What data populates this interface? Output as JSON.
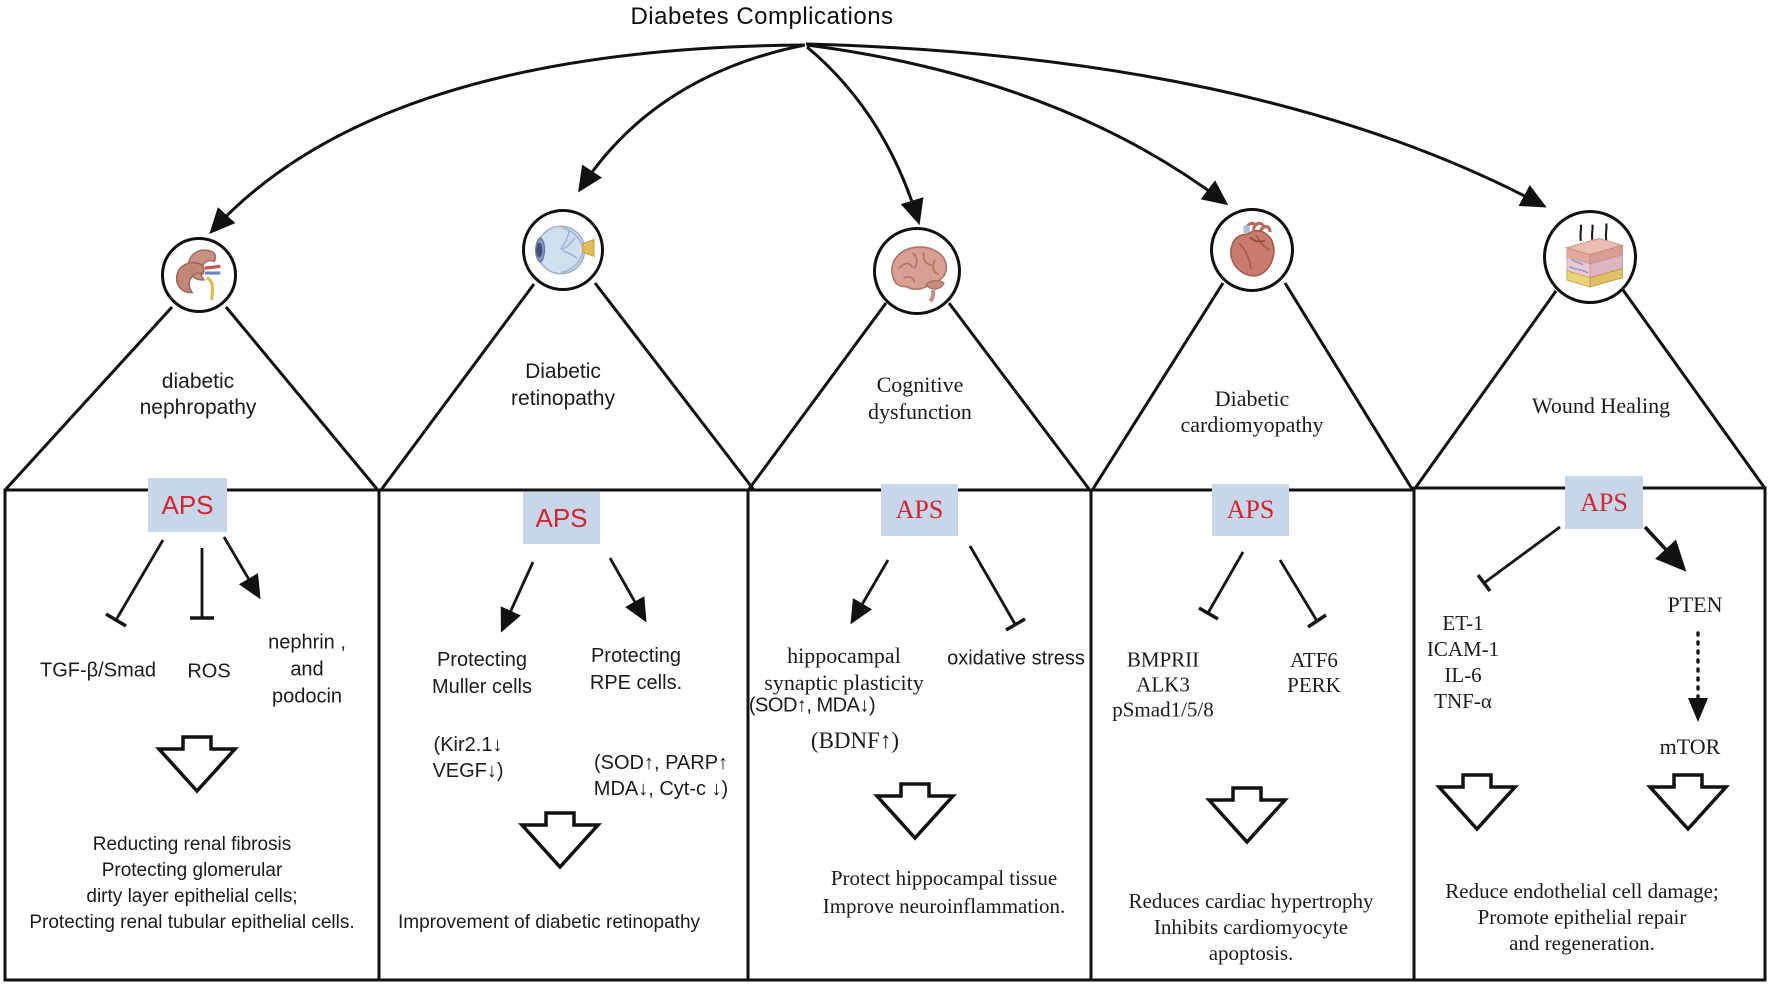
{
  "title": "Diabetes Complications",
  "aps_label": "APS",
  "colors": {
    "aps_bg": "#c7d7e9",
    "aps_text": "#d6232e",
    "line": "#111111"
  },
  "columns": [
    {
      "icon": "kidney-icon",
      "disease": [
        "diabetic",
        "nephropathy"
      ],
      "targets": [
        [
          "TGF-β/Smad"
        ],
        [
          "ROS"
        ],
        [
          "nephrin ,",
          "and",
          "podocin"
        ]
      ],
      "outcome": [
        "Reducting renal fibrosis",
        "Protecting glomerular",
        "dirty layer epithelial cells;",
        "Protecting renal tubular epithelial cells."
      ]
    },
    {
      "icon": "eye-icon",
      "disease": [
        "Diabetic",
        "retinopathy"
      ],
      "targets": [
        [
          "Protecting",
          "Muller cells"
        ],
        [
          "Protecting",
          "RPE cells."
        ]
      ],
      "notes": [
        [
          "(Kir2.1↓",
          "VEGF↓)"
        ],
        [
          "(SOD↑, PARP↑",
          "MDA↓, Cyt-c ↓)"
        ]
      ],
      "outcome": [
        "Improvement of diabetic retinopathy"
      ]
    },
    {
      "icon": "brain-icon",
      "disease": [
        "Cognitive",
        "dysfunction"
      ],
      "targets": [
        [
          "hippocampal",
          "synaptic plasticity"
        ],
        [
          "oxidative stress"
        ]
      ],
      "notes": [
        [
          "(SOD↑, MDA↓)"
        ],
        [
          "(BDNF↑)"
        ]
      ],
      "outcome": [
        "Protect hippocampal tissue",
        "Improve neuroinflammation."
      ]
    },
    {
      "icon": "heart-icon",
      "disease": [
        "Diabetic",
        "cardiomyopathy"
      ],
      "targets": [
        [
          "BMPRII",
          "ALK3",
          "pSmad1/5/8"
        ],
        [
          "ATF6",
          "PERK"
        ]
      ],
      "outcome": [
        "Reduces cardiac hypertrophy",
        "Inhibits cardiomyocyte",
        "apoptosis."
      ]
    },
    {
      "icon": "skin-icon",
      "disease": [
        "Wound Healing"
      ],
      "targets": [
        [
          "ET-1",
          "ICAM-1",
          "IL-6",
          "TNF-α"
        ],
        [
          "PTEN"
        ]
      ],
      "downstream": "mTOR",
      "outcome": [
        "Reduce endothelial cell damage;",
        "Promote epithelial repair",
        "and regeneration."
      ]
    }
  ]
}
